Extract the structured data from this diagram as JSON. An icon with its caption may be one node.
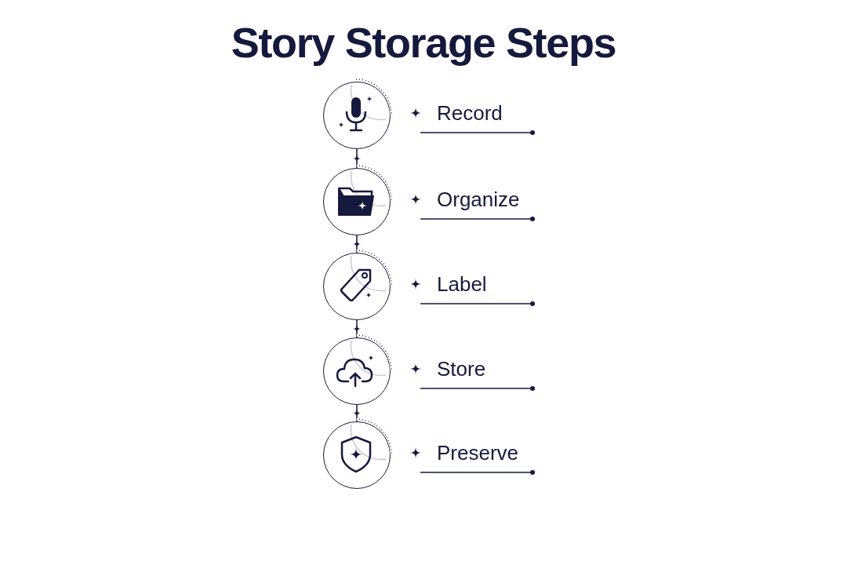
{
  "diagram": {
    "title": "Story Storage Steps",
    "nodes": [
      {
        "text": [],
        "shape": "circle",
        "beside": [
          "Record"
        ]
      },
      {
        "text": [],
        "shape": "circle",
        "beside": [
          "Organize"
        ]
      },
      {
        "text": [],
        "shape": "circle",
        "beside": [
          "Label"
        ]
      },
      {
        "text": [],
        "shape": "circle",
        "beside": [
          "Store"
        ]
      },
      {
        "text": [],
        "shape": "circle",
        "beside": [
          "Preserve"
        ]
      }
    ],
    "edges": [
      {
        "from": 0,
        "to": 1,
        "arrow": "none"
      },
      {
        "from": 1,
        "to": 2,
        "arrow": "none"
      },
      {
        "from": 2,
        "to": 3,
        "arrow": "none"
      },
      {
        "from": 3,
        "to": 4,
        "arrow": "none"
      }
    ]
  }
}
